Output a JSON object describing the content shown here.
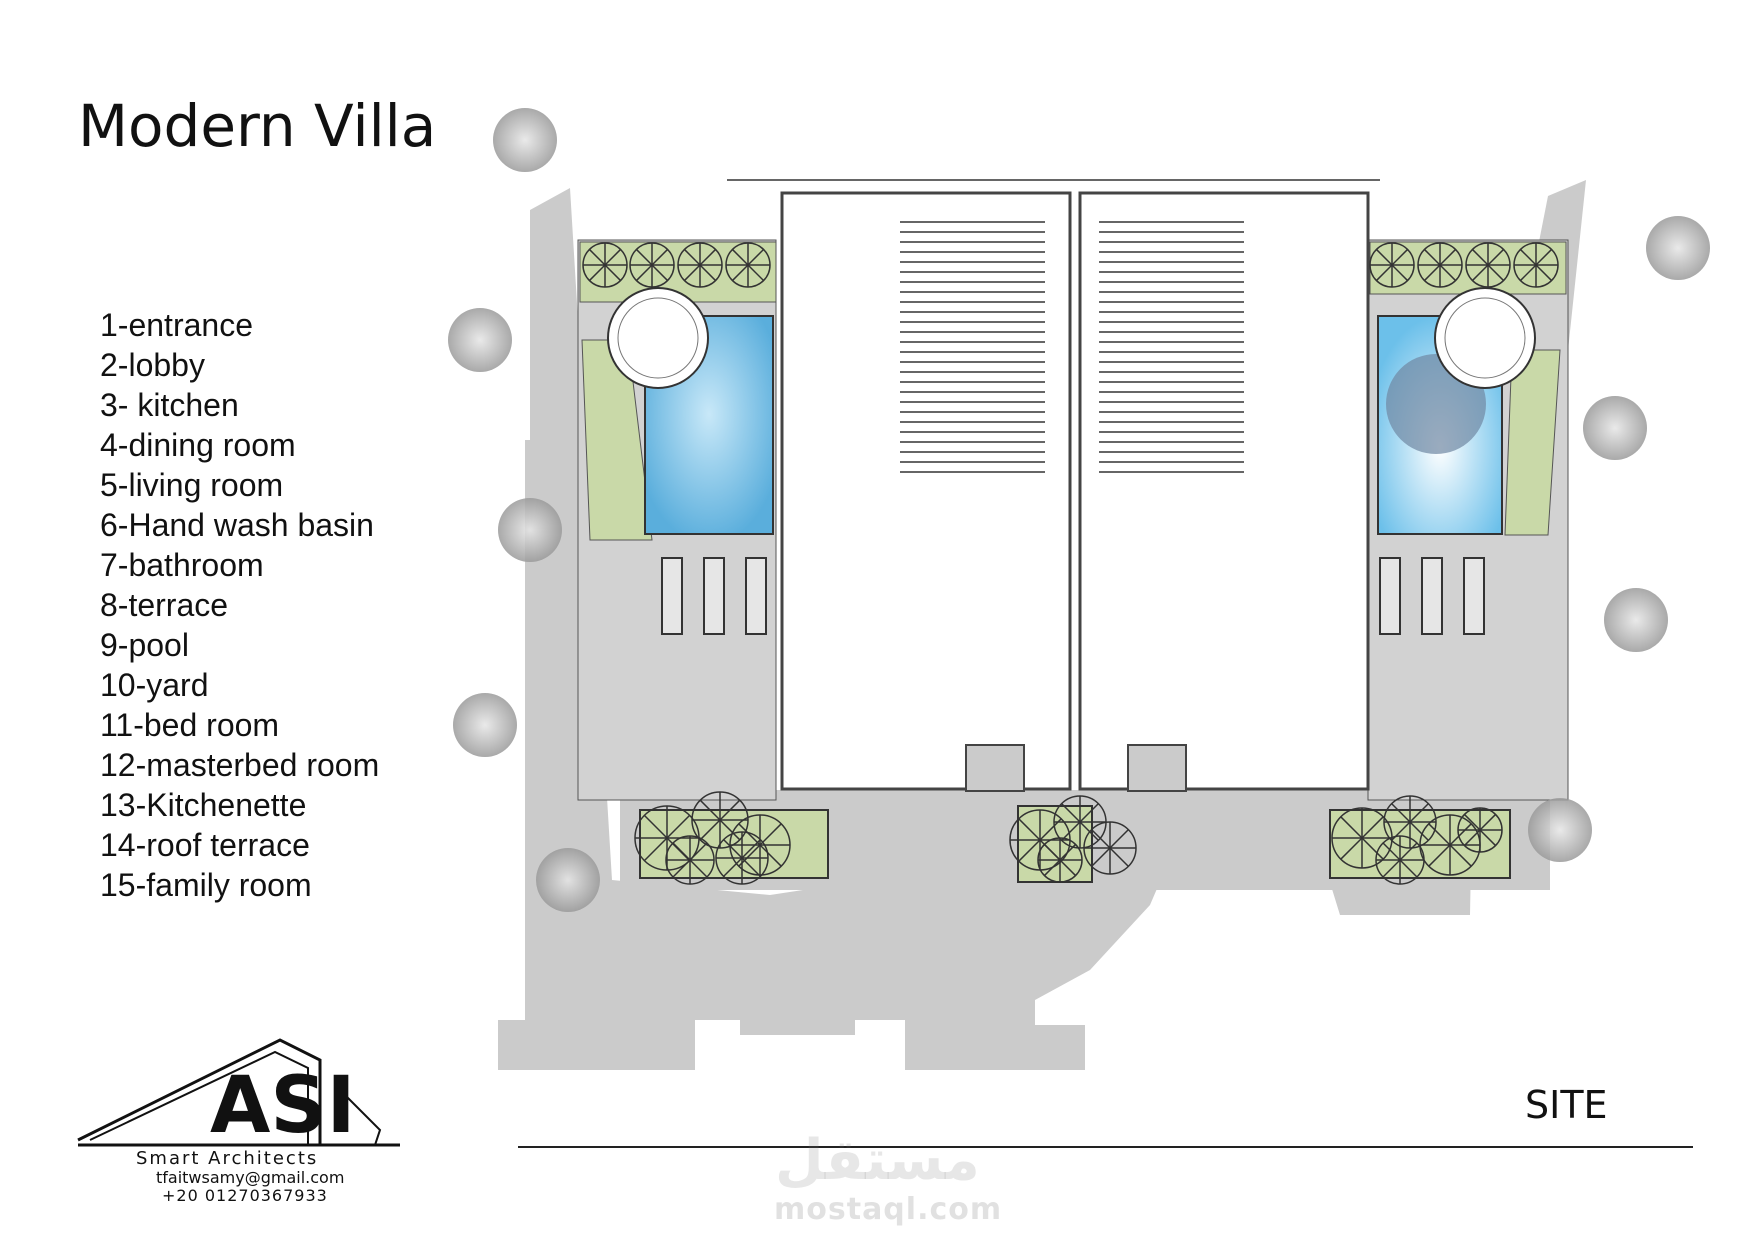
{
  "title": "Modern Villa",
  "legend": [
    "1-entrance",
    "2-lobby",
    "3- kitchen",
    "4-dining room",
    "5-living room",
    "6-Hand wash basin",
    "7-bathroom",
    "8-terrace",
    "9-pool",
    "10-yard",
    "11-bed room",
    "12-masterbed room",
    "13-Kitchenette",
    "14-roof terrace",
    "15-family room"
  ],
  "site_label": "SITE",
  "logo": {
    "mark": "ASI",
    "company": "Smart Architects",
    "email": "tfaitwsamy@gmail.com",
    "phone": "+20   01270367933"
  },
  "watermark": {
    "arabic": "مستقل",
    "latin": "mostaql.com"
  },
  "colors": {
    "ground": "#c8c8c8",
    "building": "#ffffff",
    "pool": "#6fb8e0",
    "lawn": "#c9d9a8",
    "outline": "#333333"
  }
}
